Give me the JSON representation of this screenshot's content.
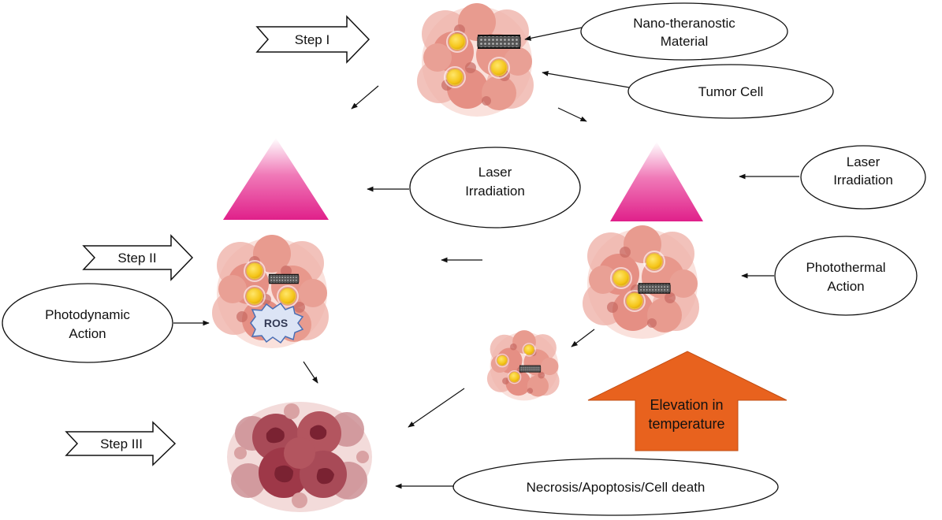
{
  "steps": {
    "step1": "Step I",
    "step2": "Step II",
    "step3": "Step III"
  },
  "labels": {
    "nano_line1": "Nano-theranostic",
    "nano_line2": "Material",
    "tumor_cell": "Tumor Cell",
    "laser_left_line1": "Laser",
    "laser_left_line2": "Irradiation",
    "laser_right_line1": "Laser",
    "laser_right_line2": "Irradiation",
    "photothermal_line1": "Photothermal",
    "photothermal_line2": "Action",
    "photodynamic_line1": "Photodynamic",
    "photodynamic_line2": "Action",
    "elevation_line1": "Elevation in",
    "elevation_line2": "temperature",
    "necrosis": "Necrosis/Apoptosis/Cell death",
    "ros": "ROS"
  },
  "colors": {
    "laser": "#e0208a",
    "heat_arrow": "#e8621e",
    "tumor": "#e8958a",
    "nanoparticle": "#f5c518",
    "dead_tissue": "#9e3848"
  }
}
